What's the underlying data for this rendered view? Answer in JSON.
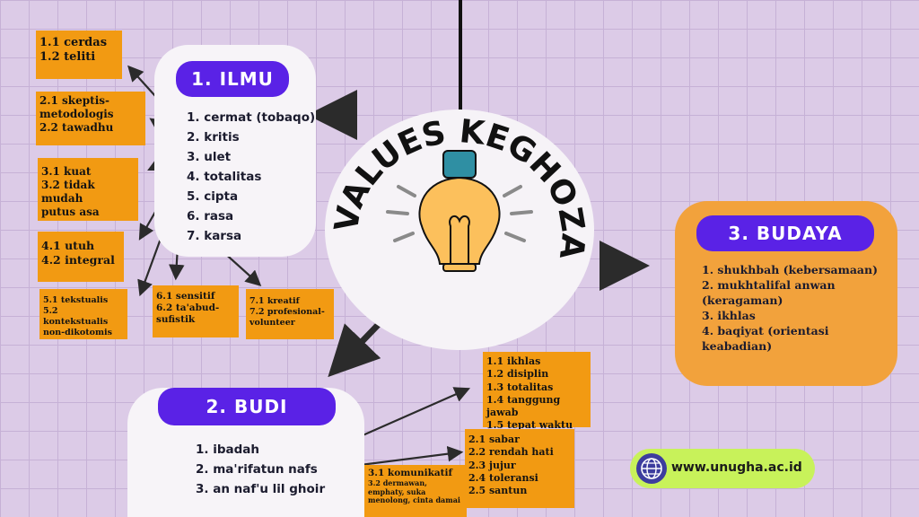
{
  "center": {
    "title": "CORE VALUES KEGHOZALIAN"
  },
  "ilmu": {
    "title": "1. ILMU",
    "items": [
      "1. cermat (tobaqo)",
      "2. kritis",
      "3. ulet",
      "4. totalitas",
      "5. cipta",
      "6. rasa",
      "7. karsa"
    ],
    "boxes": [
      [
        "1.1 cerdas",
        "1.2 teliti"
      ],
      [
        "2.1 skeptis-",
        "metodologis",
        "2.2 tawadhu"
      ],
      [
        "3.1 kuat",
        "3.2 tidak mudah",
        "putus asa"
      ],
      [
        "4.1 utuh",
        "4.2 integral"
      ],
      [
        "5.1 tekstualis",
        "5.2 kontekstualis",
        "non-dikotomis"
      ],
      [
        "6.1 sensitif",
        "6.2 ta'abud-",
        "sufistik"
      ],
      [
        "7.1 kreatif",
        "7.2 profesional-",
        "volunteer"
      ]
    ]
  },
  "budi": {
    "title": "2. BUDI",
    "items": [
      "1. ibadah",
      "2. ma'rifatun nafs",
      "3. an naf'u lil ghoir"
    ],
    "boxes": [
      [
        "1.1 ikhlas",
        "1.2 disiplin",
        "1.3 totalitas",
        "1.4 tanggung jawab",
        "1.5 tepat waktu"
      ],
      [
        "2.1 sabar",
        "2.2 rendah hati",
        "2.3 jujur",
        "2.4 toleransi",
        "2.5 santun"
      ],
      [
        "3.1 komunikatif",
        "3.2 dermawan, emphaty, suka menolong, cinta damai"
      ]
    ]
  },
  "budaya": {
    "title": "3. BUDAYA",
    "items": [
      "1. shukhbah (kebersamaan)",
      "2. mukhtalifal anwan (keragaman)",
      "3. ikhlas",
      "4. baqiyat (orientasi keabadian)"
    ]
  },
  "website": {
    "text": "www.unugha.ac.id",
    "icon": "globe-icon"
  },
  "colors": {
    "accent": "#5a22e6",
    "box": "#f29a12",
    "budaya_panel": "#f2a23c",
    "web_pill": "#c8f25a"
  }
}
